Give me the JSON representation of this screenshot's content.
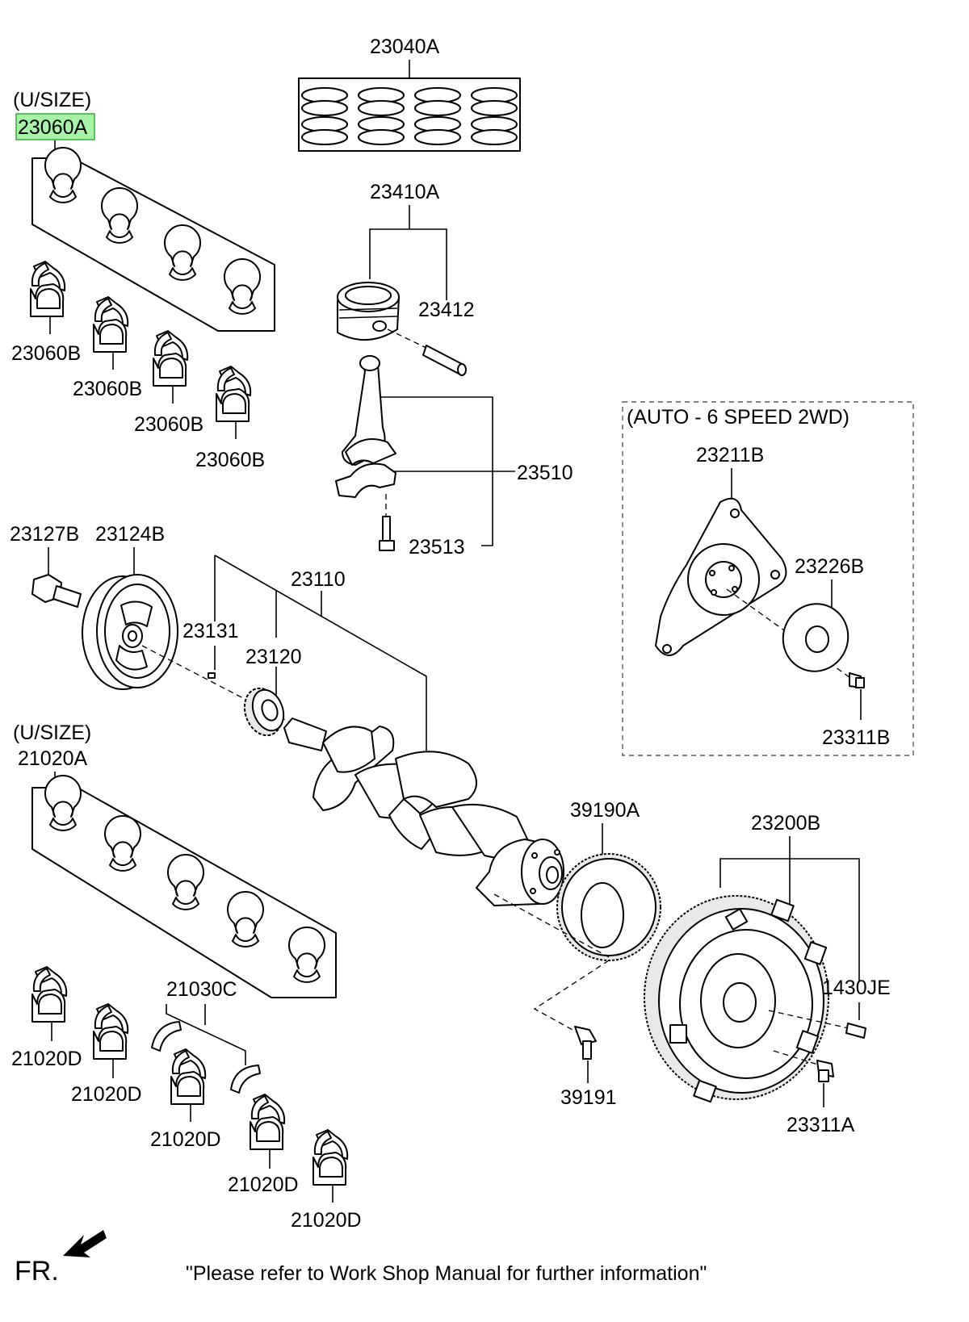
{
  "labels": {
    "23040A": "23040A",
    "usize_top": "(U/SIZE)",
    "23060A": "23060A",
    "23060B_1": "23060B",
    "23060B_2": "23060B",
    "23060B_3": "23060B",
    "23060B_4": "23060B",
    "23410A": "23410A",
    "23412": "23412",
    "23510": "23510",
    "23513": "23513",
    "auto_group": "(AUTO - 6 SPEED 2WD)",
    "23211B": "23211B",
    "23226B": "23226B",
    "23311B": "23311B",
    "23127B": "23127B",
    "23124B": "23124B",
    "23110": "23110",
    "23131": "23131",
    "23120": "23120",
    "usize_bottom": "(U/SIZE)",
    "21020A": "21020A",
    "39190A": "39190A",
    "23200B": "23200B",
    "1430JE": "1430JE",
    "21030C": "21030C",
    "21020D_1": "21020D",
    "21020D_2": "21020D",
    "21020D_3": "21020D",
    "21020D_4": "21020D",
    "21020D_5": "21020D",
    "39191": "39191",
    "23311A": "23311A",
    "front": "FR.",
    "note": "\"Please refer to Work Shop Manual for further information\""
  },
  "highlight": {
    "part": "23060A",
    "color": "#a6f2a6",
    "border": "#3aa63a"
  }
}
